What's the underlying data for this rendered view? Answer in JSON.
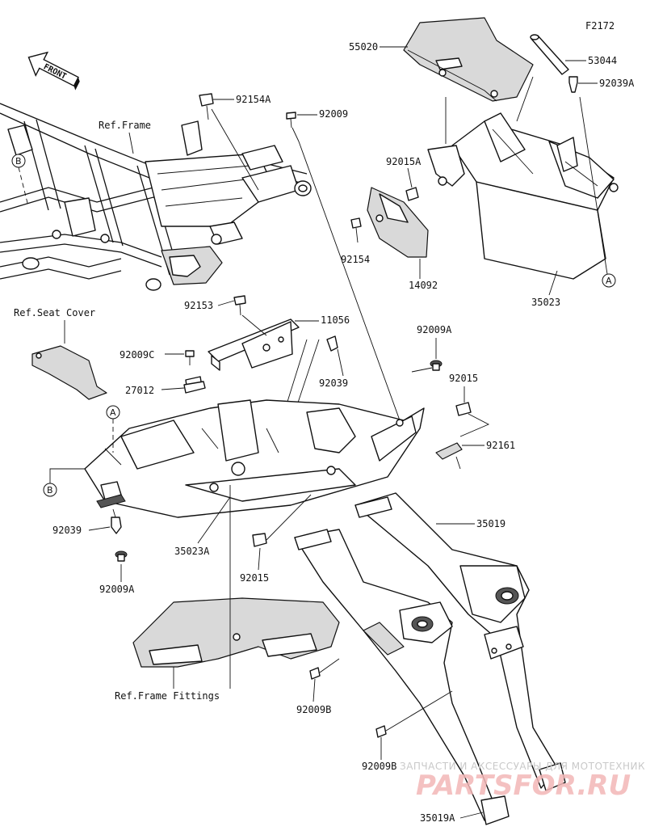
{
  "figure_id": "F2172",
  "front_label": "FRONT",
  "refs": {
    "frame": "Ref.Frame",
    "seat_cover": "Ref.Seat Cover",
    "frame_fittings": "Ref.Frame Fittings"
  },
  "part_labels": {
    "p55020": "55020",
    "p53044": "53044",
    "p92039A": "92039A",
    "p92154A": "92154A",
    "p92009_top": "92009",
    "p92015A": "92015A",
    "p92154": "92154",
    "p14092": "14092",
    "p35023": "35023",
    "p92153": "92153",
    "p11056": "11056",
    "p92009C": "92009C",
    "p92039_mid": "92039",
    "p92009A_right": "92009A",
    "p92015_right": "92015",
    "p27012": "27012",
    "p92161": "92161",
    "p35019": "35019",
    "p92039_left": "92039",
    "p35023A": "35023A",
    "p92009A_left": "92009A",
    "p92015_bottom": "92015",
    "p92009B_mid": "92009B",
    "p92009B_low": "92009B",
    "p35019A": "35019A"
  },
  "callouts": {
    "a_right": "A",
    "a_left": "A",
    "b_top": "B",
    "b_left": "B"
  },
  "watermark": {
    "line1": "ЗАПЧАСТИ И АКСЕССУАРЫ ДЛЯ МОТОТЕХНИКИ",
    "line2": "PARTSFOR.RU"
  }
}
